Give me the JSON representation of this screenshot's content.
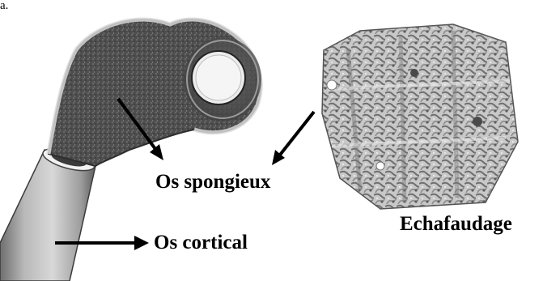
{
  "labels": {
    "top_fragment": "a.",
    "spongy_bone": "Os spongieux",
    "cortical_bone": "Os cortical",
    "scaffold": "Echafaudage"
  },
  "colors": {
    "ink": "#000000",
    "bone_shaft": "#a9a9a9",
    "trabecular": "#5a5a5a",
    "cortical_shell": "#d9d9d9",
    "implant_disc": "#eeeeee",
    "scaffold": "#b5b5b5"
  },
  "icons": {
    "arrow": "arrow-icon"
  }
}
